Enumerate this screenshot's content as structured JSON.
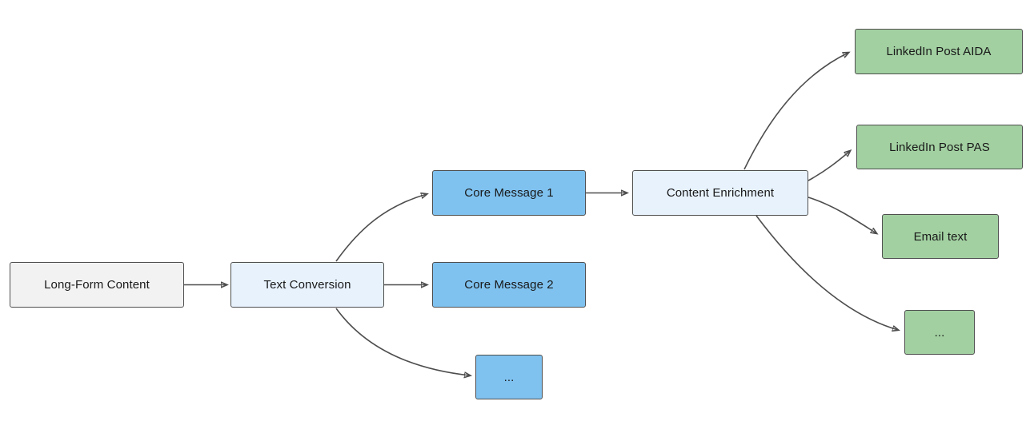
{
  "diagram": {
    "nodes": {
      "long_form_content": {
        "label": "Long-Form Content",
        "fill": "#f2f2f2"
      },
      "text_conversion": {
        "label": "Text Conversion",
        "fill": "#e7f2fd"
      },
      "core_message_1": {
        "label": "Core Message 1",
        "fill": "#7fc2f0"
      },
      "core_message_2": {
        "label": "Core Message 2",
        "fill": "#7fc2f0"
      },
      "core_message_more": {
        "label": "...",
        "fill": "#7fc2f0"
      },
      "content_enrichment": {
        "label": "Content Enrichment",
        "fill": "#e7f2fd"
      },
      "linkedin_post_aida": {
        "label": "LinkedIn Post AIDA",
        "fill": "#a2d0a1"
      },
      "linkedin_post_pas": {
        "label": "LinkedIn Post PAS",
        "fill": "#a2d0a1"
      },
      "email_text": {
        "label": "Email text",
        "fill": "#a2d0a1"
      },
      "output_more": {
        "label": "...",
        "fill": "#a2d0a1"
      }
    },
    "edges": [
      {
        "from": "long_form_content",
        "to": "text_conversion"
      },
      {
        "from": "text_conversion",
        "to": "core_message_1"
      },
      {
        "from": "text_conversion",
        "to": "core_message_2"
      },
      {
        "from": "text_conversion",
        "to": "core_message_more"
      },
      {
        "from": "core_message_1",
        "to": "content_enrichment"
      },
      {
        "from": "content_enrichment",
        "to": "linkedin_post_aida"
      },
      {
        "from": "content_enrichment",
        "to": "linkedin_post_pas"
      },
      {
        "from": "content_enrichment",
        "to": "email_text"
      },
      {
        "from": "content_enrichment",
        "to": "output_more"
      }
    ],
    "colors": {
      "edge_stroke": "#4d4d4d",
      "node_border": "#4f4f4f",
      "text": "#191919",
      "source_fill": "#f2f2f2",
      "process_fill": "#e7f2fd",
      "message_fill": "#7fc2f0",
      "output_fill": "#a2d0a1",
      "background": "#ffffff"
    }
  }
}
